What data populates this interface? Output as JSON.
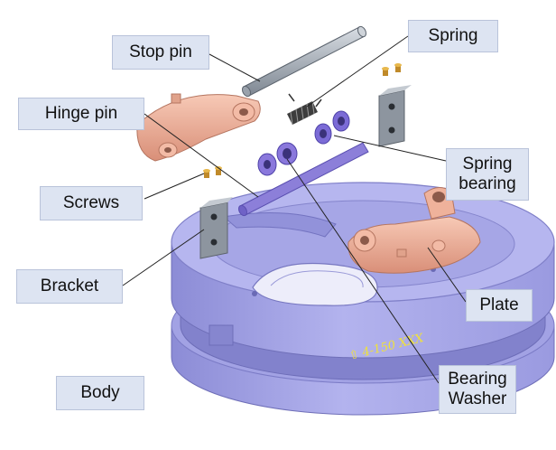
{
  "labels": {
    "stop_pin": "Stop pin",
    "spring": "Spring",
    "hinge_pin": "Hinge pin",
    "spring_bearing_line1": "Spring",
    "spring_bearing_line2": "bearing",
    "screws": "Screws",
    "bracket": "Bracket",
    "plate": "Plate",
    "body": "Body",
    "bearing_washer_line1": "Bearing",
    "bearing_washer_line2": "Washer"
  },
  "body_engraving": "⇧ 4-150 XXX",
  "colors": {
    "body": "#a7a7e6",
    "plate": "#efb29b",
    "washer": "#8a78dc",
    "metal": "#aab2bd",
    "label_bg": "#dde4f2",
    "engraving": "#f0e23a"
  }
}
